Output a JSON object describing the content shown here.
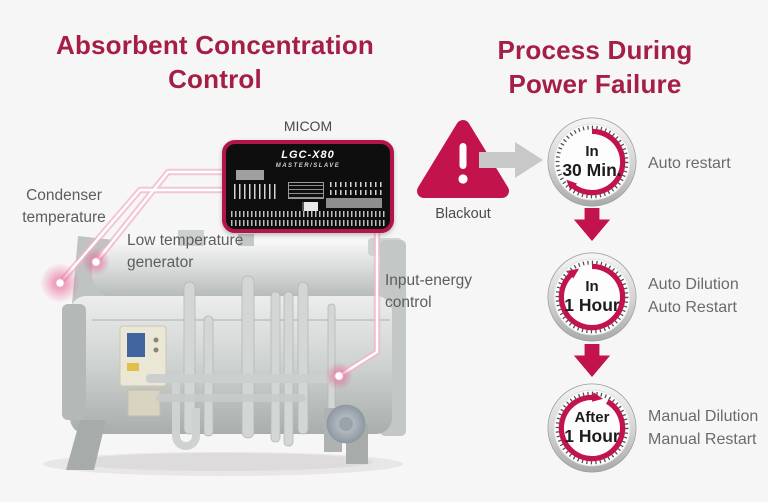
{
  "colors": {
    "background": "#f7f6f6",
    "title_crimson": "#a41e45",
    "shape_crimson": "#c2134d",
    "panel_border": "#b21648",
    "flow_arrow_gray": "#c9c8c8",
    "label_gray": "#6b6b6b"
  },
  "icons": {
    "blackout": "warning-triangle-icon",
    "flow": "right-arrow-icon",
    "step": "down-arrow-icon",
    "timer": "stopwatch-icon"
  },
  "left_section": {
    "title_lines": [
      "Absorbent Concentration",
      "Control"
    ],
    "micom_label": "MICOM",
    "panel": {
      "model": "LGC-X80",
      "variant": "MASTER/SLAVE"
    },
    "machine_labels": {
      "condenser": [
        "Condenser",
        "temperature"
      ],
      "low_temp": [
        "Low temperature",
        "generator"
      ],
      "input": [
        "Input-energy",
        "control"
      ]
    }
  },
  "blackout": {
    "label": "Blackout"
  },
  "right_section": {
    "title_lines": [
      "Process During",
      "Power Failure"
    ],
    "steps": [
      {
        "clock": [
          "In",
          "30 Min."
        ],
        "result": [
          "Auto restart"
        ]
      },
      {
        "clock": [
          "In",
          "1 Hour"
        ],
        "result": [
          "Auto Dilution",
          "Auto Restart"
        ]
      },
      {
        "clock": [
          "After",
          "1 Hour"
        ],
        "result": [
          "Manual Dilution",
          "Manual Restart"
        ]
      }
    ]
  }
}
